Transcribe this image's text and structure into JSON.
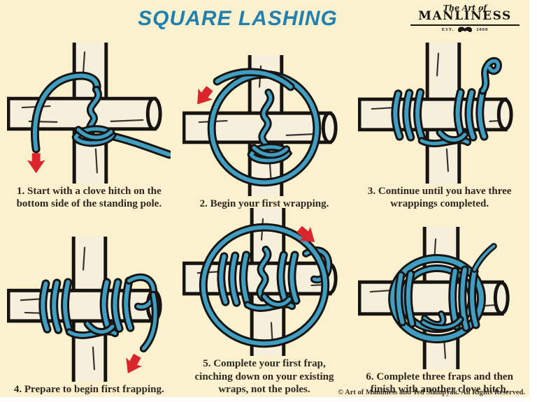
{
  "page": {
    "title": "SQUARE LASHING",
    "background_color": "#FBF1CF",
    "title_color": "#2180AE"
  },
  "logo": {
    "script": "The Art of",
    "name": "MANLINESS",
    "est": "EST.",
    "year": "2008",
    "mustache_icon": "mustache"
  },
  "steps": [
    {
      "caption": "1. Start with a clove hitch on the\nbottom side of the standing pole.",
      "illustration": "clove-hitch-start",
      "arrow": "down"
    },
    {
      "caption": "2. Begin your first wrapping.",
      "illustration": "first-wrapping-loop",
      "arrow": "down-left"
    },
    {
      "caption": "3. Continue until you have three\nwrappings completed.",
      "illustration": "three-wrappings",
      "arrow": "none"
    },
    {
      "caption": "4. Prepare to begin first frapping.",
      "illustration": "prepare-first-frapping",
      "arrow": "down-left"
    },
    {
      "caption": "5. Complete your first frap,\ncinching down on your existing\nwraps, not the poles.",
      "illustration": "first-frap-circle",
      "arrow": "down-right"
    },
    {
      "caption": "6. Complete three fraps and then\nfinish with another clove hitch.",
      "illustration": "finished-lashing",
      "arrow": "none"
    }
  ],
  "footer": {
    "copyright": "© Art of Manliness and Ted Slampyak. All Rights Reserved."
  },
  "colors": {
    "rope": "#3F9EC2",
    "outline": "#161310",
    "arrow": "#D9252B",
    "pole_fill": "#F5EFDC"
  }
}
